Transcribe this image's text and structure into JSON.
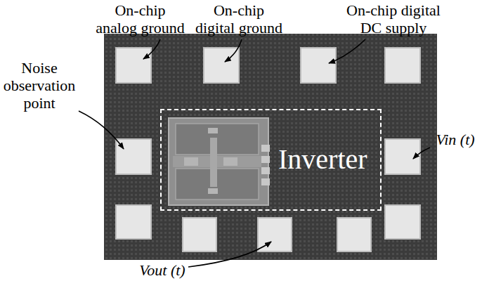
{
  "diagram": {
    "nodes": [
      {
        "text": [
          "Inverter"
        ]
      }
    ],
    "labels": [
      "On-chip analog ground",
      "On-chip digital ground",
      "On-chip digital DC supply",
      "Noise observation point",
      "Vin (t)",
      "Vout (t)"
    ]
  }
}
